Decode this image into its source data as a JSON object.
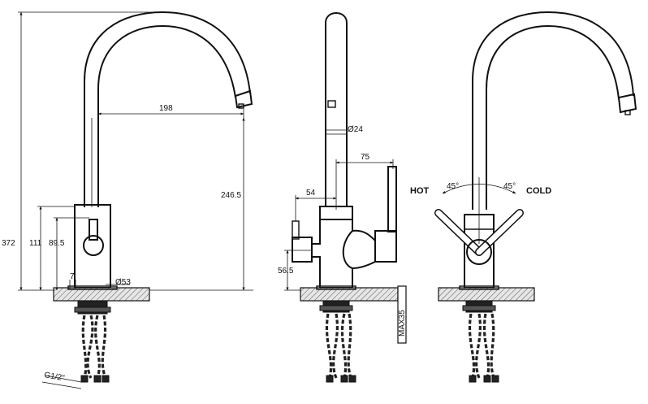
{
  "dimensions": {
    "total_height": "372",
    "body_height": "111",
    "lever_height": "89.5",
    "reach": "198",
    "spout_height": "246.5",
    "small_offset": "7",
    "base_diameter": "Ø53",
    "thread": "G1/2\"",
    "spout_diameter": "Ø24",
    "handle_reach": "75",
    "side_offset": "54",
    "side_height": "56.5",
    "max_thickness": "MAX35",
    "angle_left": "45°",
    "angle_right": "45°"
  },
  "labels": {
    "hot": "HOT",
    "cold": "COLD"
  }
}
